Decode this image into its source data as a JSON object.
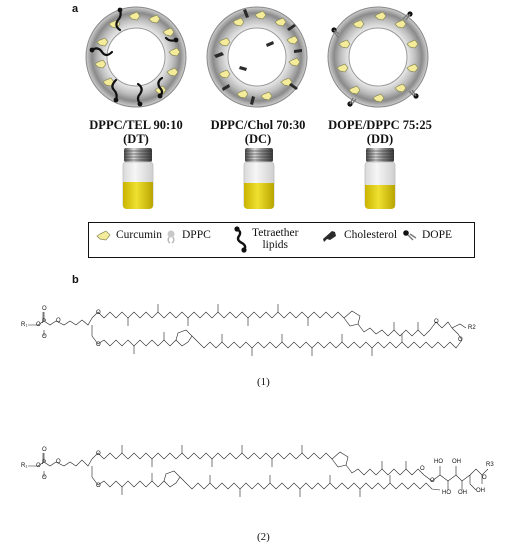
{
  "panel_a": {
    "letter": "a",
    "formulations": [
      {
        "line1": "DPPC/TEL 90:10",
        "line2": "(DT)"
      },
      {
        "line1": "DPPC/Chol 70:30",
        "line2": "(DC)"
      },
      {
        "line1": "DOPE/DPPC 75:25",
        "line2": "(DD)"
      }
    ],
    "legend": {
      "curcumin": "Curcumin",
      "dppc": "DPPC",
      "tel_line1": "Tetraether",
      "tel_line2": "lipids",
      "cholesterol": "Cholesterol",
      "dope": "DOPE"
    },
    "colors": {
      "curcumin": "#f4ec9a",
      "vial_liquid": "#e6d21a",
      "bilayer": "#cfcfcf"
    }
  },
  "panel_b": {
    "letter": "b",
    "structure_1_label": "(1)",
    "structure_2_label": "(2)",
    "atoms": {
      "r1": "R₁",
      "o": "O",
      "p": "P",
      "r2": "R2",
      "r3": "R3",
      "oh": "OH",
      "ho": "HO"
    }
  }
}
